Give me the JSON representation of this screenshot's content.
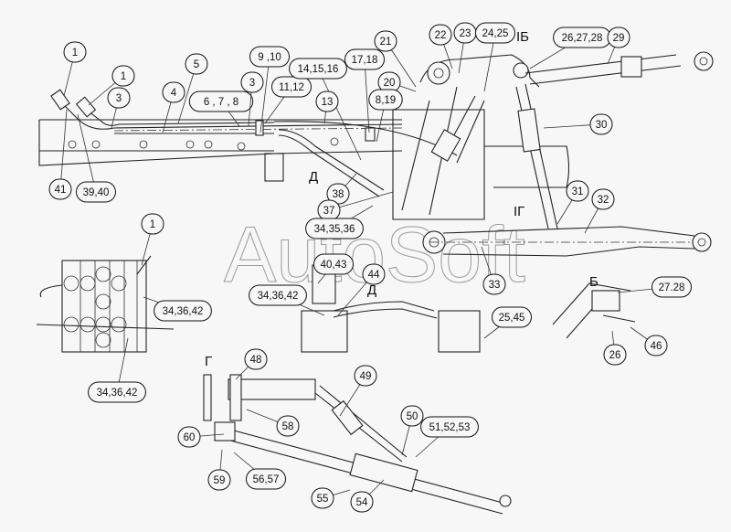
{
  "diagram": {
    "watermark": "AutoSoft",
    "section_marks": {
      "view_d_main": "Д",
      "view_b_main": "IБ",
      "view_g_main": "IГ",
      "view_d_detail": "Д",
      "view_b_detail": "Б",
      "view_g_detail": "Г"
    },
    "callouts": [
      "1",
      "1",
      "3",
      "5",
      "4",
      "6 , 7 , 8",
      "3",
      "9 ,10",
      "11,12",
      "14,15,16",
      "13",
      "17,18",
      "21",
      "20",
      "8,19",
      "22",
      "23",
      "24,25",
      "26,27,28",
      "29",
      "30",
      "41",
      "39,40",
      "38",
      "37",
      "34,35,36",
      "31",
      "32",
      "33",
      "1",
      "34,36,42",
      "34,36,42",
      "40,43",
      "34,36,42",
      "44",
      "25,45",
      "27.28",
      "26",
      "46",
      "48",
      "49",
      "58",
      "60",
      "50",
      "51,52,53",
      "59",
      "56,57",
      "55",
      "54"
    ]
  }
}
